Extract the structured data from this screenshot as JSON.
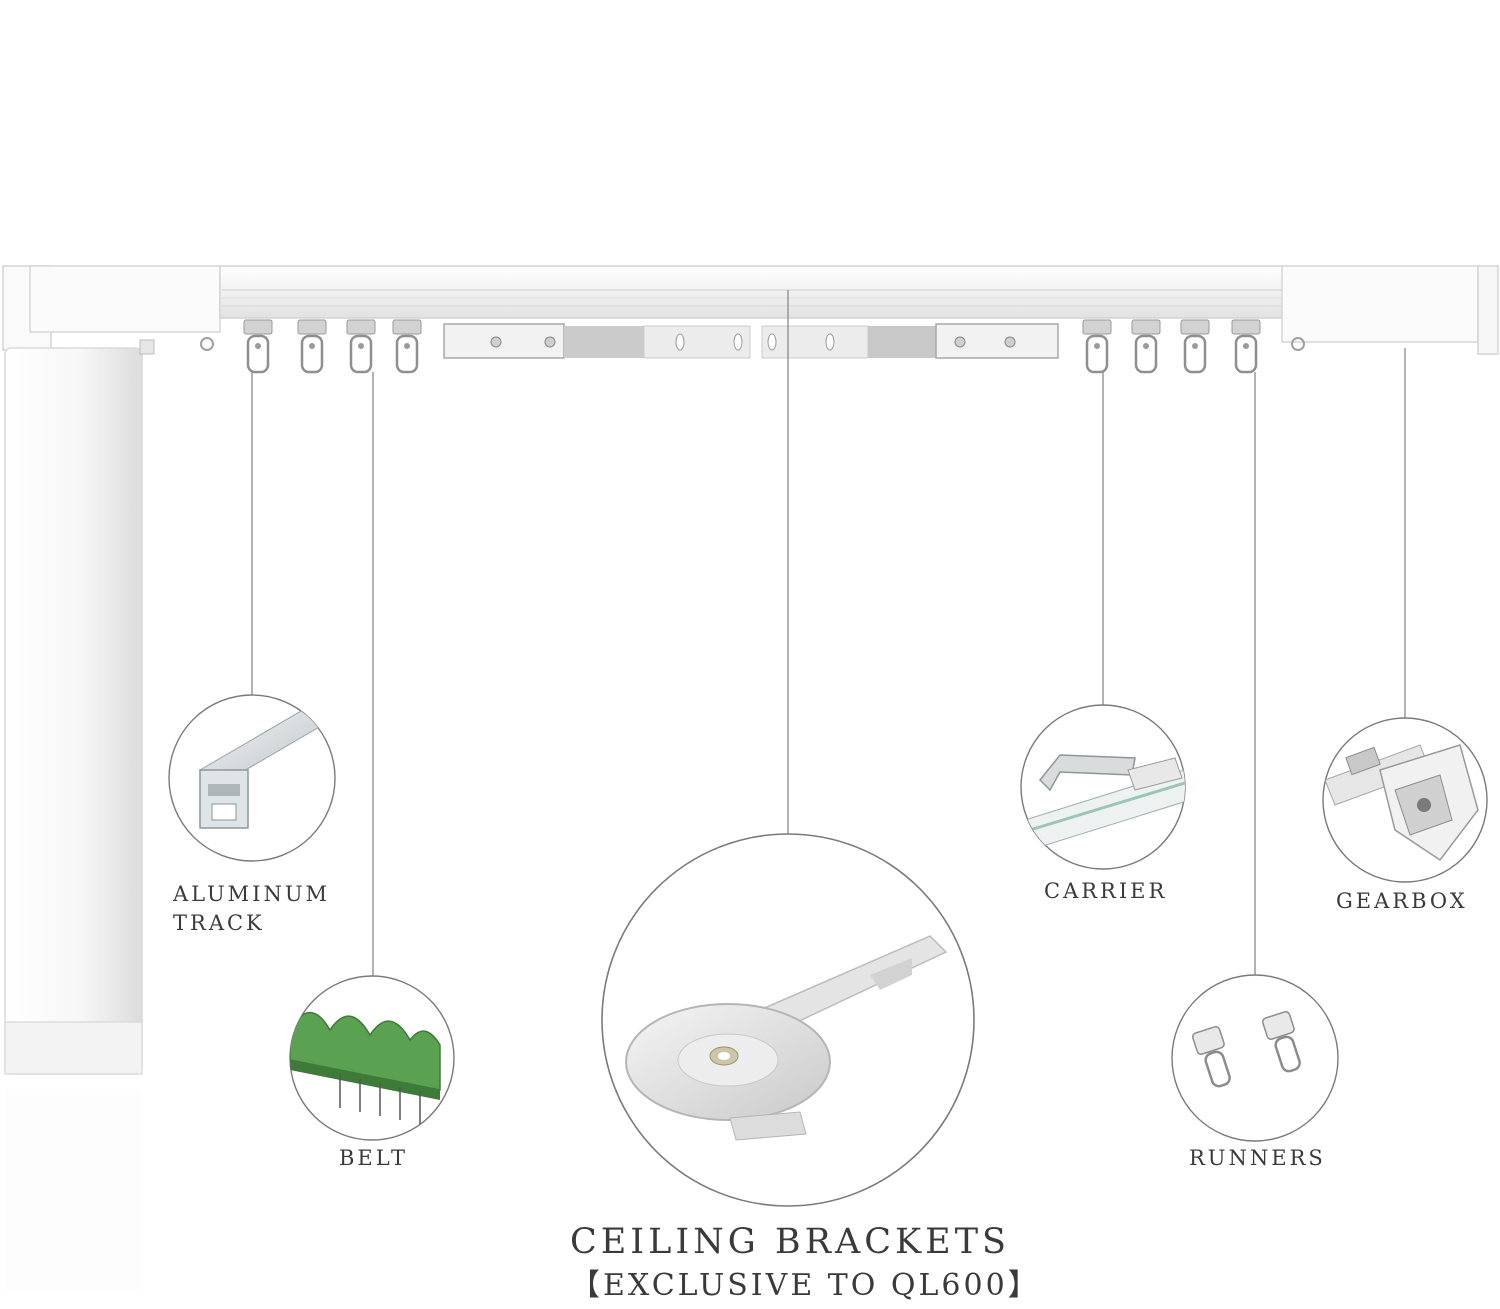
{
  "product": {
    "components": [
      {
        "id": "aluminum-track",
        "label_line1": "ALUMINUM",
        "label_line2": "TRACK"
      },
      {
        "id": "belt",
        "label": "BELT"
      },
      {
        "id": "ceiling-brackets",
        "label": "CEILING BRACKETS",
        "sublabel": "【EXCLUSIVE TO QL600】"
      },
      {
        "id": "carrier",
        "label": "CARRIER"
      },
      {
        "id": "gearbox",
        "label": "GEARBOX"
      },
      {
        "id": "runners",
        "label": "RUNNERS"
      }
    ]
  },
  "colors": {
    "track": "#f4f4f4",
    "track_edge": "#cfcfcf",
    "leader_line": "#8a8a8a",
    "circle_border": "#7a7a7a",
    "belt_green": "#5aa152",
    "label_text": "#3a3a3a"
  },
  "icons": [
    "motor-unit",
    "runner-hook",
    "bracket-clip",
    "aluminum-profile",
    "toothed-belt",
    "ceiling-bracket-disc",
    "carrier-arm",
    "gearbox-housing",
    "runner-pair"
  ]
}
